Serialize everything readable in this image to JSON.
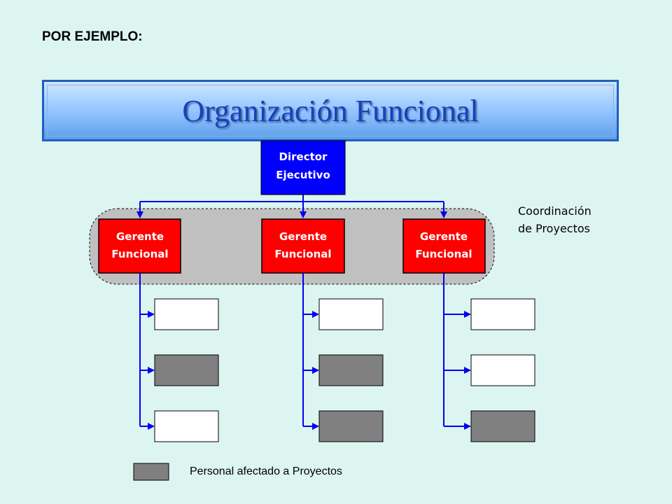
{
  "heading": "POR EJEMPLO:",
  "title": "Organización Funcional",
  "director": {
    "line1": "Director",
    "line2": "Ejecutivo"
  },
  "managers": [
    {
      "line1": "Gerente",
      "line2": "Funcional"
    },
    {
      "line1": "Gerente",
      "line2": "Funcional"
    },
    {
      "line1": "Gerente",
      "line2": "Funcional"
    }
  ],
  "coordination": {
    "line1": "Coordinación",
    "line2": "de Proyectos"
  },
  "staff_columns": [
    [
      "regular",
      "project",
      "regular"
    ],
    [
      "regular",
      "project",
      "project"
    ],
    [
      "regular",
      "regular",
      "project"
    ]
  ],
  "legend": {
    "label": "Personal afectado a Proyectos"
  },
  "colors": {
    "director_fill": "#0000ff",
    "manager_fill": "#ff0000",
    "project_staff_fill": "#808080",
    "regular_staff_fill": "#ffffff",
    "connector": "#0000ee"
  }
}
